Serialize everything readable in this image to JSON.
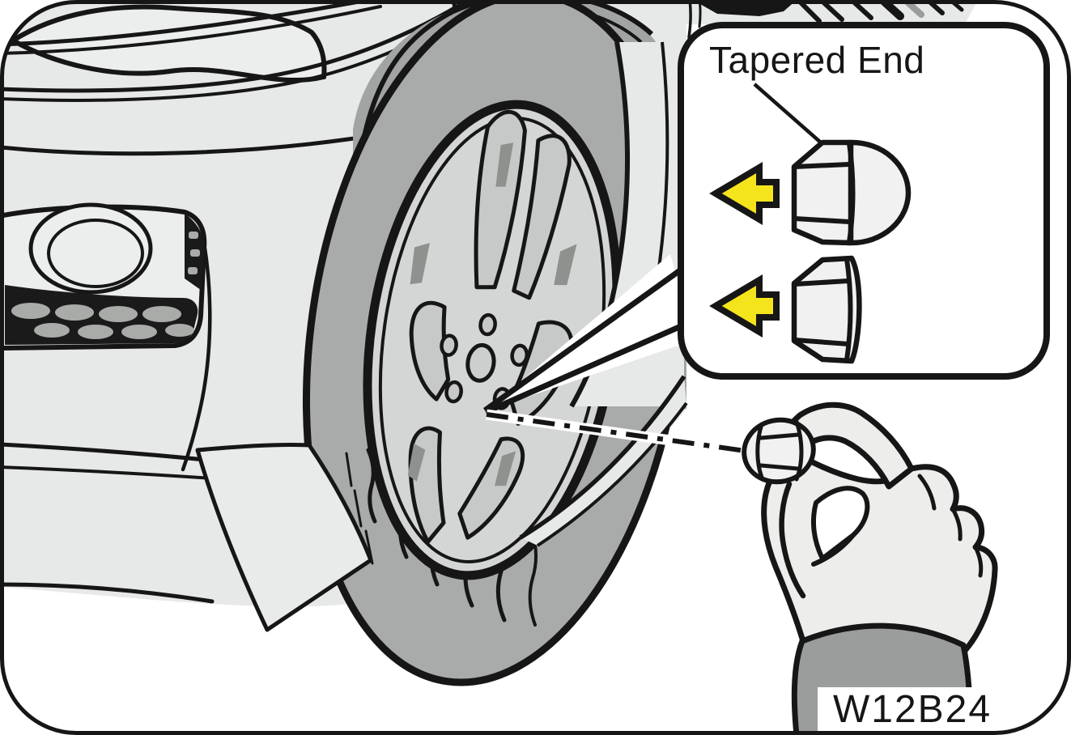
{
  "figure": {
    "callout_label": "Tapered End",
    "figure_code": "W12B24",
    "depicts": "Wheel nut installed with tapered end toward wheel"
  },
  "icons": {
    "arrow_left_icon": "◀",
    "leader_line_icon": "╲",
    "dash_dot_axis_icon": "─ · ─"
  },
  "colors": {
    "arrow_yellow": "#F4E41C",
    "outline_black": "#161616",
    "body_gray": "#E7E9E8",
    "tire_gray": "#A9ABAA",
    "wheel_arch_gray": "#A2A4A3",
    "rim_gray": "#D4D6D5",
    "sleeve_gray": "#9B9D9C",
    "nut_fill": "#F1F1F1"
  }
}
